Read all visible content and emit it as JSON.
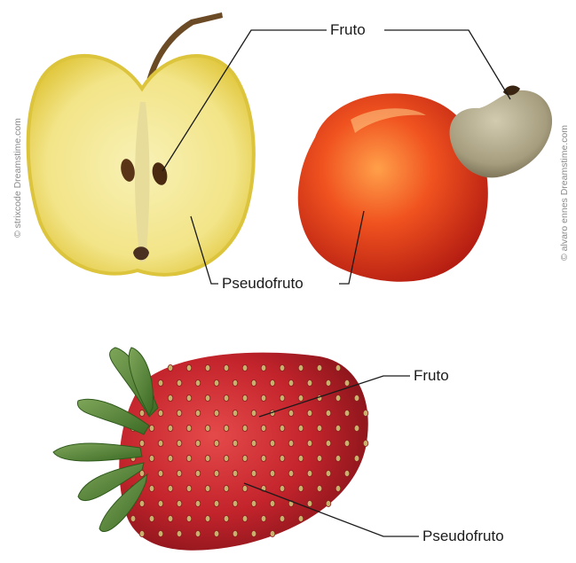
{
  "labels": {
    "top_fruto": "Fruto",
    "top_pseudofruto": "Pseudofruto",
    "strawberry_fruto": "Fruto",
    "strawberry_pseudofruto": "Pseudofruto"
  },
  "credits": {
    "left": "© strixcode  Dreamstime.com",
    "right": "© alvaro ennes  Dreamstime.com"
  },
  "colors": {
    "apple_flesh": "#f4e890",
    "apple_skin": "#e3cf3a",
    "cashew_red": "#e8401e",
    "cashew_nut": "#a79e80",
    "strawberry_red": "#c8262e",
    "strawberry_leaf": "#4f7f32",
    "seed": "#c8b070",
    "leader_line": "#1a1a1a"
  },
  "icons": [
    "apple-half-illustration",
    "cashew-apple-illustration",
    "strawberry-illustration"
  ]
}
